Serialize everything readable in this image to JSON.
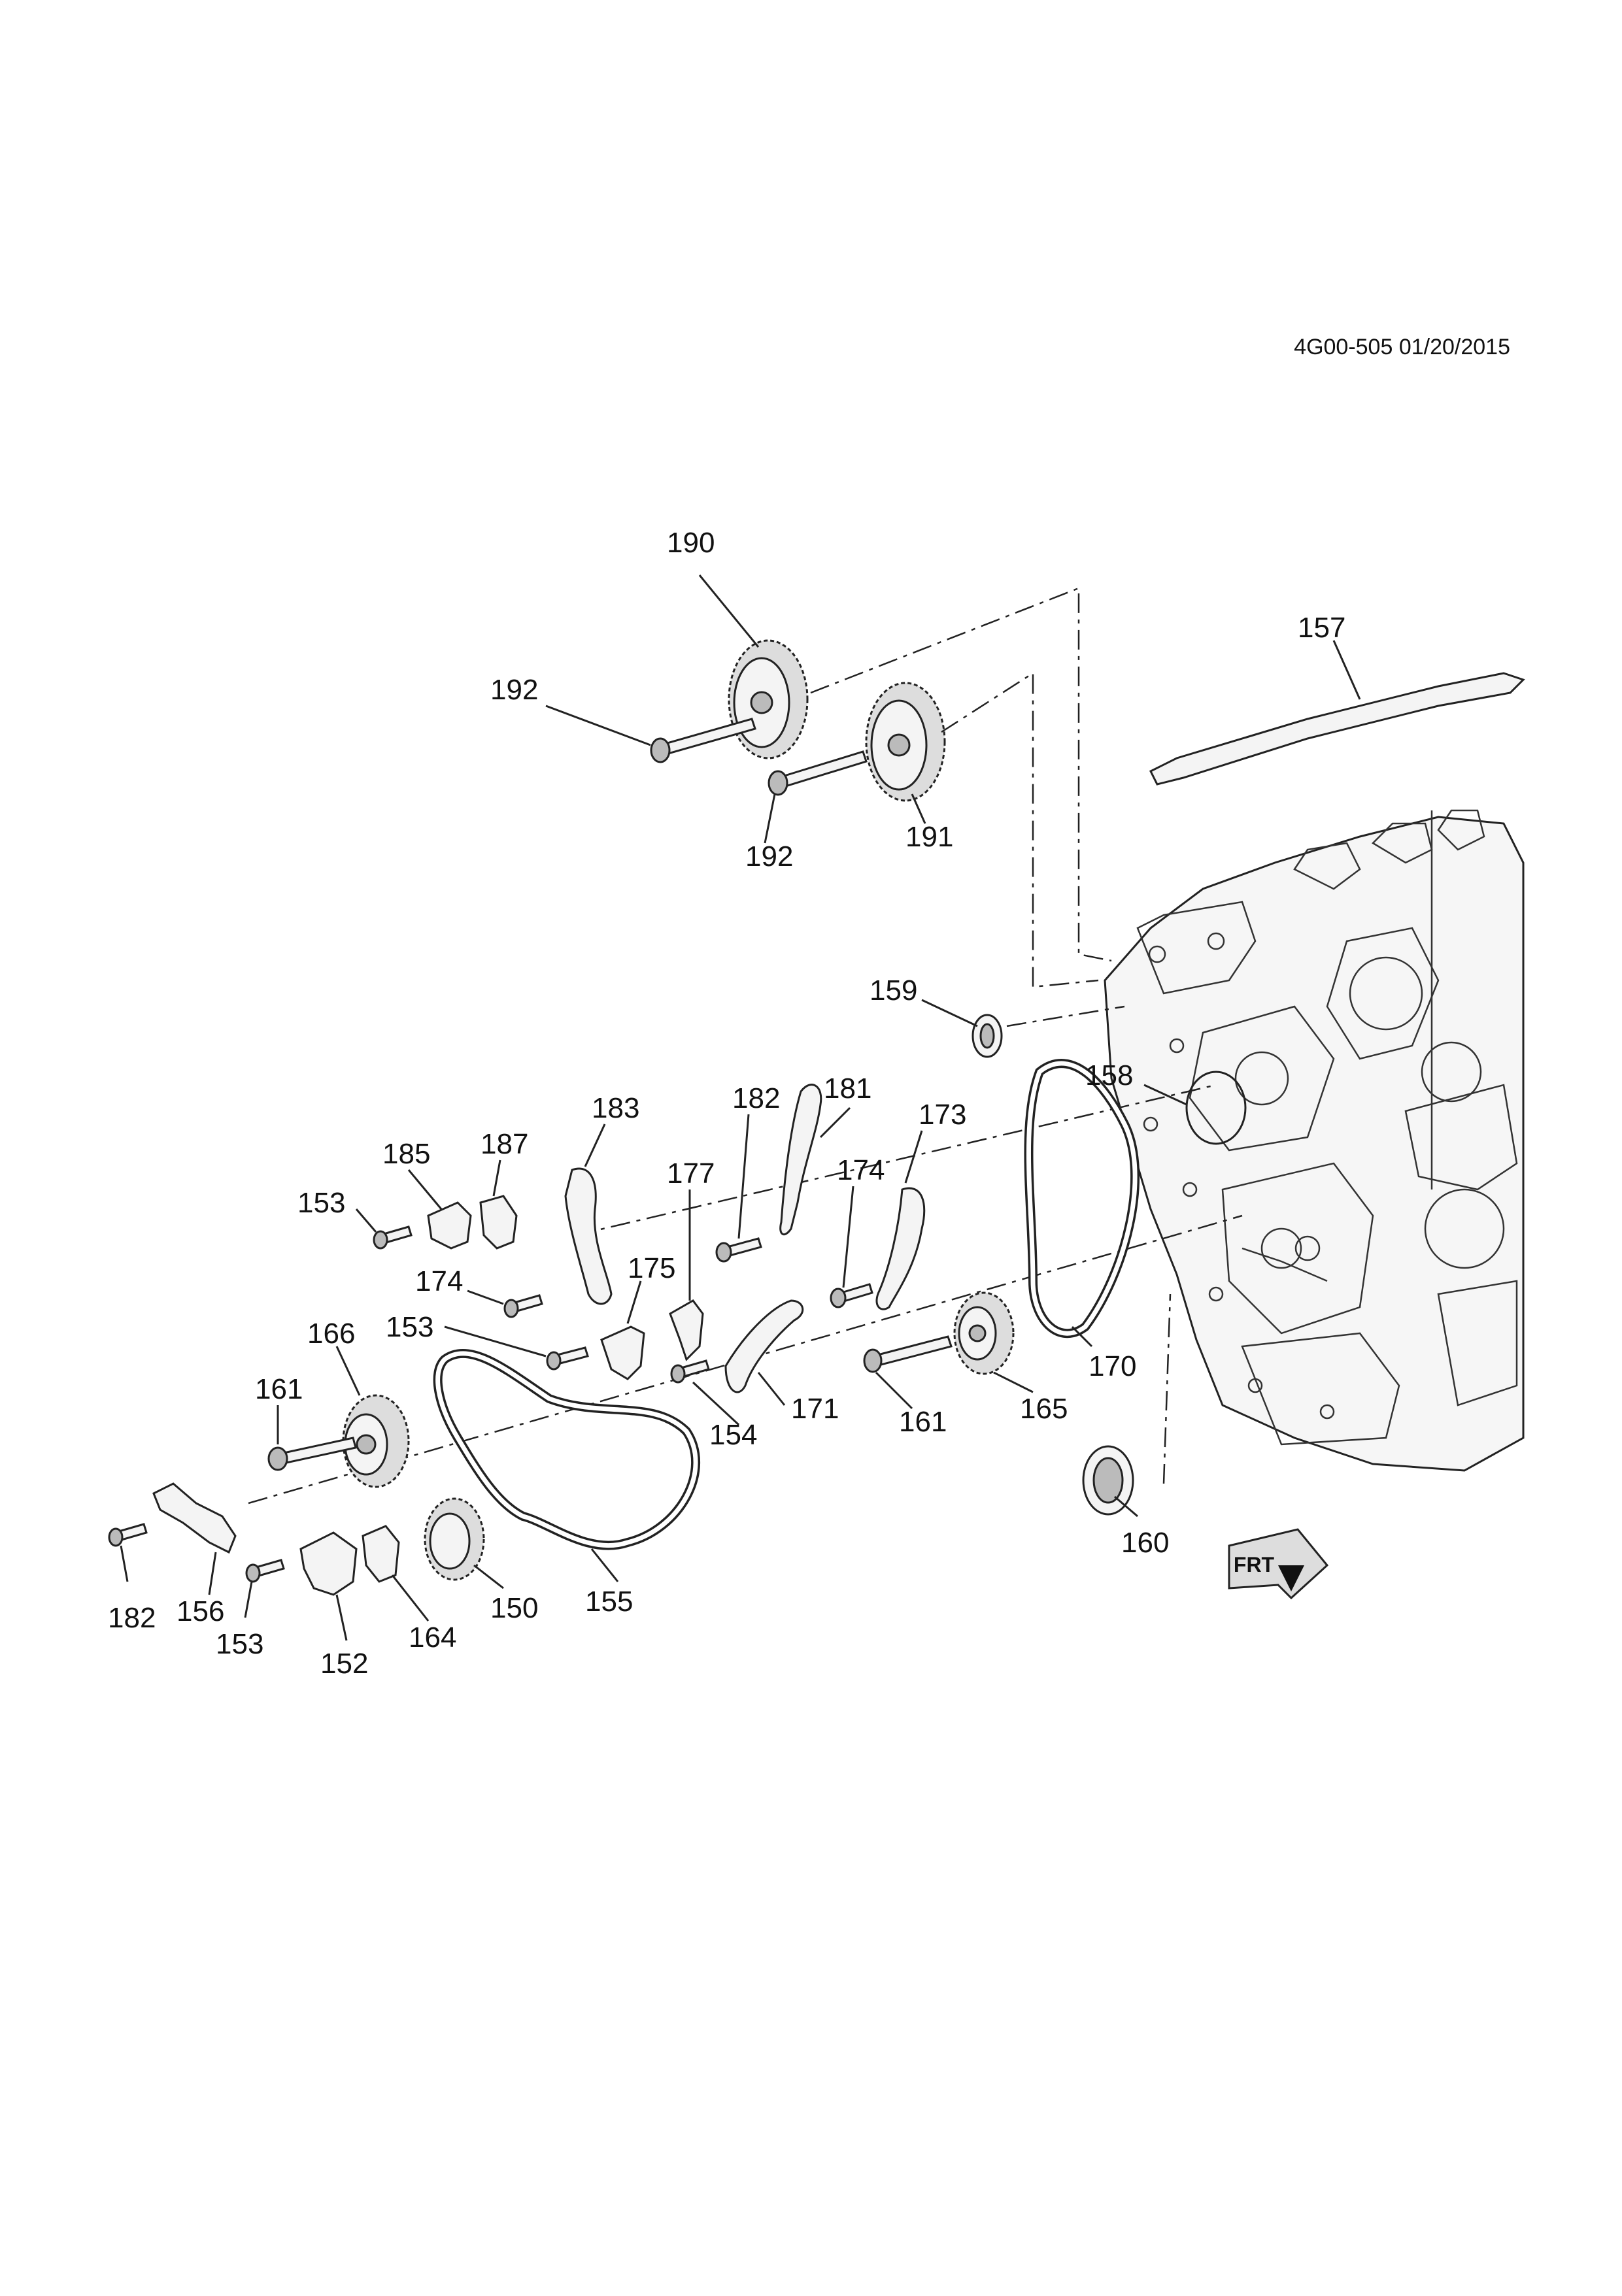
{
  "diagram": {
    "reference": "4G00-505 01/20/2015",
    "orientation_badge": "FRT",
    "callouts": {
      "c190": "190",
      "c192a": "192",
      "c192b": "192",
      "c191": "191",
      "c157": "157",
      "c159": "159",
      "c158": "158",
      "c182a": "182",
      "c181": "181",
      "c173": "173",
      "c174a": "174",
      "c177": "177",
      "c183": "183",
      "c187": "187",
      "c185": "185",
      "c153a": "153",
      "c174b": "174",
      "c175": "175",
      "c153b": "153",
      "c166": "166",
      "c161a": "161",
      "c154": "154",
      "c171": "171",
      "c161b": "161",
      "c165": "165",
      "c170": "170",
      "c160": "160",
      "c155": "155",
      "c150": "150",
      "c164": "164",
      "c152": "152",
      "c153c": "153",
      "c156": "156",
      "c182b": "182"
    }
  }
}
